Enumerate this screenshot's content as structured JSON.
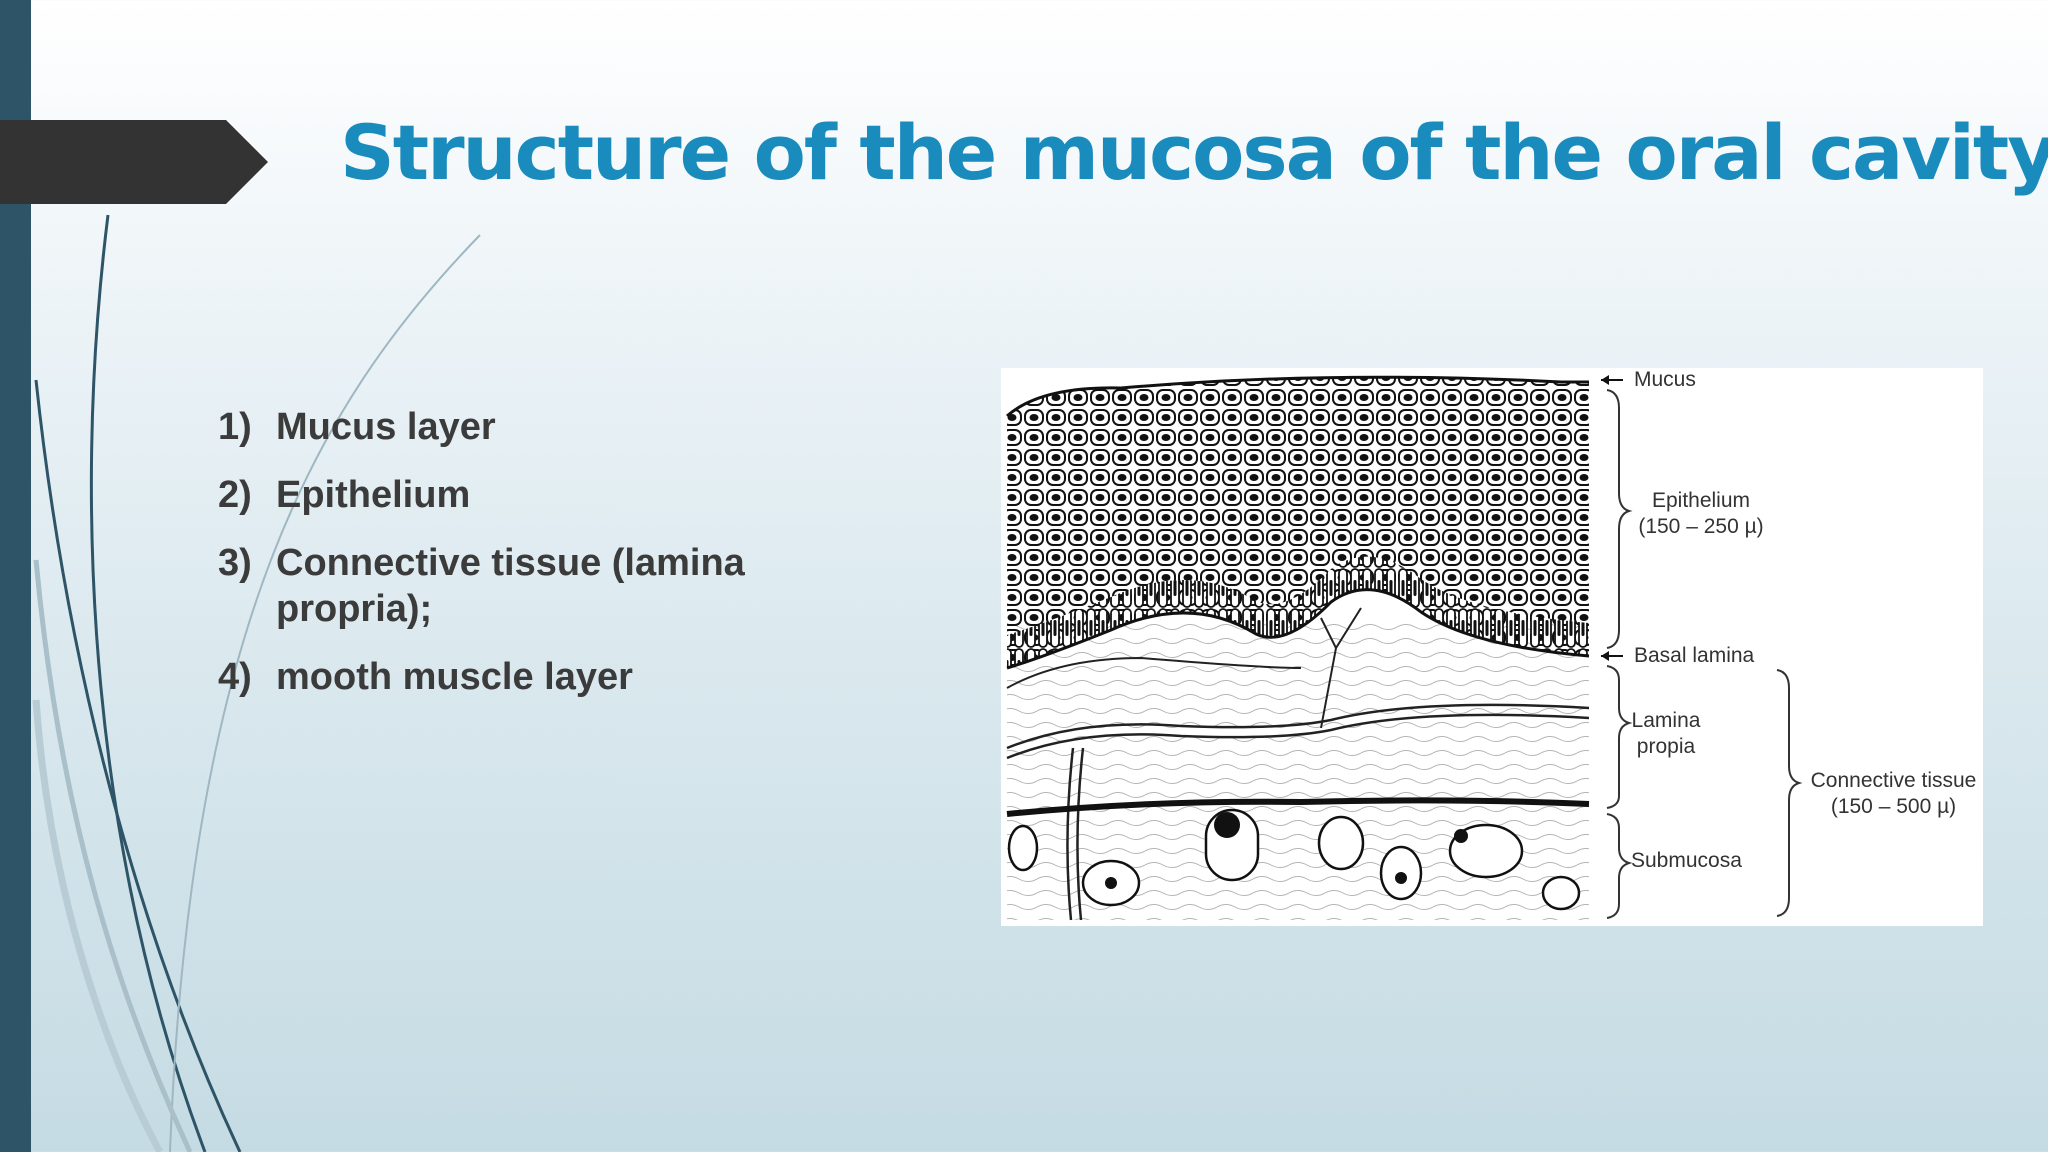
{
  "slide": {
    "title": "Structure of the mucosa of the oral cavity",
    "accent_color": "#1a8bbd",
    "sidebar_color": "#2e5468",
    "tab_color": "#333333"
  },
  "bullets": [
    {
      "num": "1)",
      "text": "Mucus layer"
    },
    {
      "num": "2)",
      "text": "Epithelium"
    },
    {
      "num": "3)",
      "text": "Connective tissue (lamina propria);"
    },
    {
      "num": "4)",
      "text": "mooth muscle layer"
    }
  ],
  "diagram": {
    "labels": {
      "mucus": "Mucus",
      "epithelium": "Epithelium",
      "epithelium_size": "(150 – 250 µ)",
      "basal_lamina": "Basal lamina",
      "lamina": "Lamina",
      "propia": "propia",
      "connective_tissue": "Connective tissue",
      "connective_size": "(150 – 500 µ)",
      "submucosa": "Submucosa"
    }
  }
}
